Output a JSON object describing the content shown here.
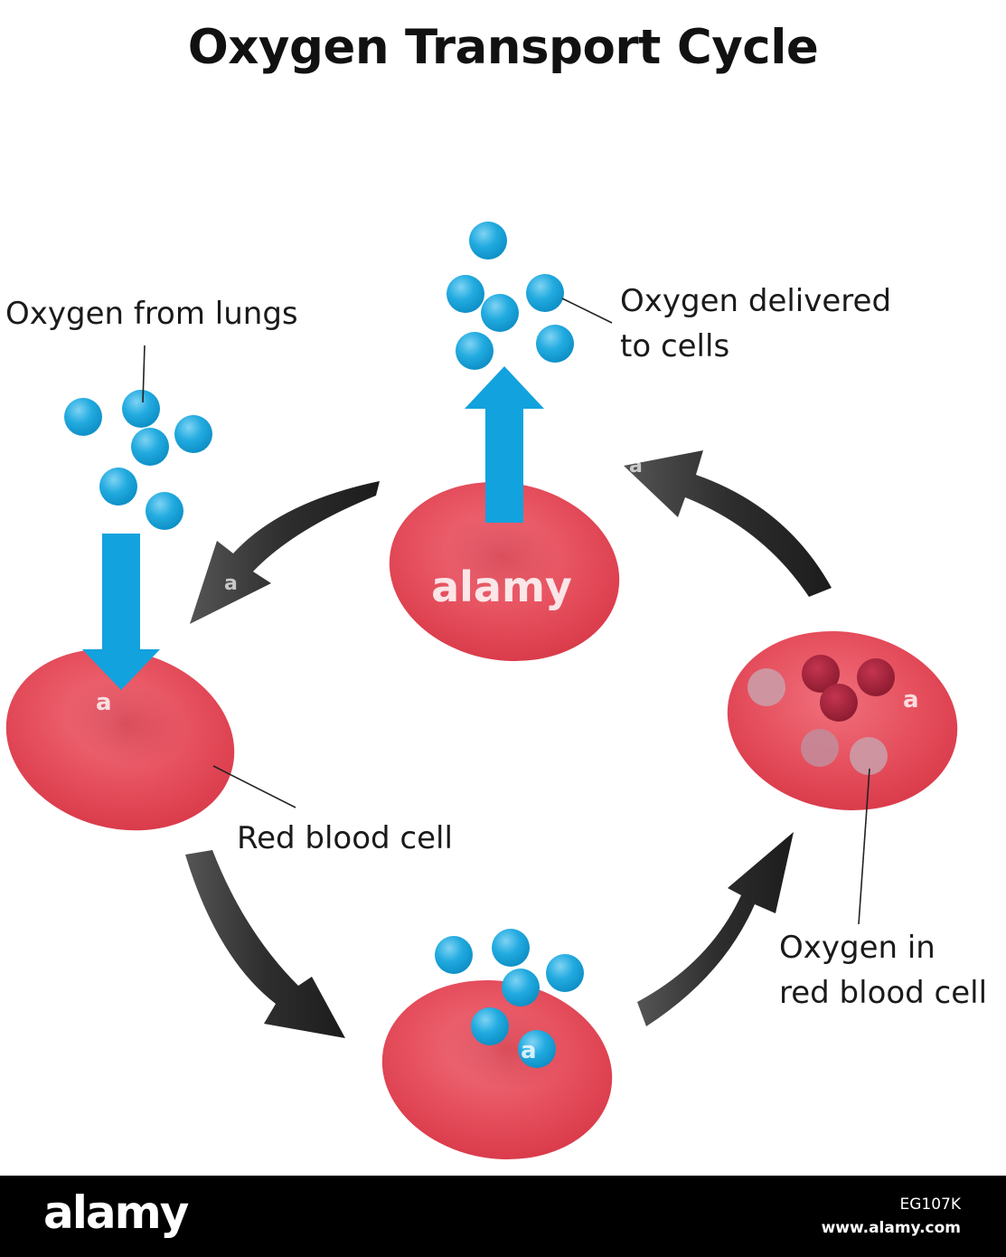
{
  "title": "Oxygen Transport Cycle",
  "labels": {
    "oxygen_from_lungs": "Oxygen from lungs",
    "oxygen_delivered_line1": "Oxygen delivered",
    "oxygen_delivered_line2": "to cells",
    "red_blood_cell": "Red blood cell",
    "oxygen_in_rbc_line1": "Oxygen in",
    "oxygen_in_rbc_line2": "red blood cell"
  },
  "watermark": {
    "center": "alamy",
    "small": "a",
    "brand": "alamy",
    "image_code": "EG107K",
    "website": "www.alamy.com"
  },
  "colors": {
    "cell_red": "#e8505e",
    "oxygen_blue": "#1ea7dc",
    "arrow_blue": "#12a2dd",
    "cycle_arrow": "#3a3a3a",
    "bound_oxygen": "#a3243a"
  },
  "icons": {
    "oxygen_molecule": "blue-circle",
    "cycle_arrow": "curved-arrow-icon",
    "flow_arrow": "block-arrow-icon"
  }
}
